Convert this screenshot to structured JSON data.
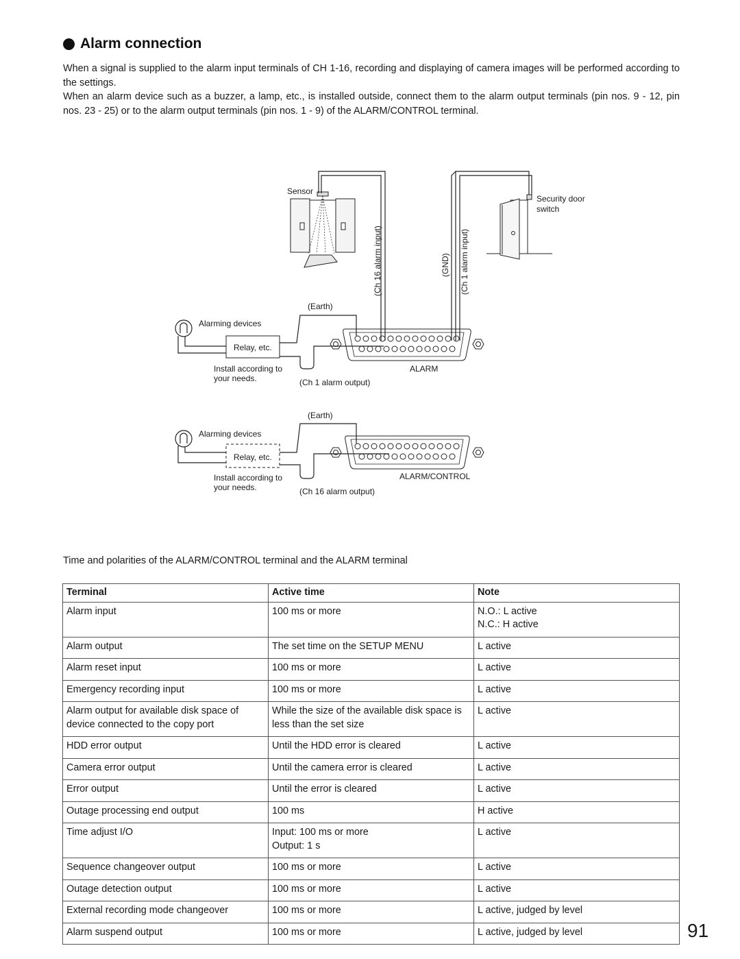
{
  "section": {
    "title": "Alarm connection",
    "paragraphs": [
      "When a signal is supplied to the alarm input terminals of CH 1-16, recording and displaying of camera images will be performed according to the settings.",
      "When an alarm device such as a buzzer, a lamp, etc., is installed outside, connect them to the alarm output terminals (pin nos. 9 - 12, pin nos. 23 - 25) or to the alarm output terminals (pin nos. 1 - 9) of the ALARM/CONTROL terminal."
    ]
  },
  "diagram": {
    "sensor": "Sensor",
    "security_door_line1": "Security door",
    "security_door_line2": "switch",
    "ch16_alarm_input": "(Ch 16 alarm input)",
    "gnd": "(GND)",
    "ch1_alarm_input": "(Ch 1 alarm input)",
    "upper": {
      "earth": "(Earth)",
      "alarming_devices": "Alarming devices",
      "relay": "Relay, etc.",
      "install_line1": "Install according to",
      "install_line2": "your needs.",
      "output_label": "(Ch 1 alarm output)",
      "terminal_label": "ALARM"
    },
    "lower": {
      "earth": "(Earth)",
      "alarming_devices": "Alarming devices",
      "relay": "Relay, etc.",
      "install_line1": "Install according to",
      "install_line2": "your needs.",
      "output_label": "(Ch 16 alarm output)",
      "terminal_label": "ALARM/CONTROL"
    }
  },
  "table": {
    "caption": "Time and polarities of the ALARM/CONTROL terminal and the ALARM terminal",
    "headers": [
      "Terminal",
      "Active time",
      "Note"
    ],
    "rows": [
      [
        "Alarm input",
        "100 ms or more",
        "N.O.: L active\nN.C.: H active"
      ],
      [
        "Alarm output",
        "The set time on the SETUP MENU",
        "L active"
      ],
      [
        "Alarm reset input",
        "100 ms or more",
        "L active"
      ],
      [
        "Emergency recording input",
        "100 ms or more",
        "L active"
      ],
      [
        "Alarm output for available disk space of device connected to the copy port",
        "While the size of the available disk space is less than the set size",
        "L active"
      ],
      [
        "HDD error output",
        "Until the HDD error is cleared",
        "L active"
      ],
      [
        "Camera error output",
        "Until the camera error is cleared",
        "L active"
      ],
      [
        "Error output",
        "Until the error is cleared",
        "L active"
      ],
      [
        "Outage processing end output",
        "100 ms",
        "H active"
      ],
      [
        "Time adjust I/O",
        "Input: 100 ms or more\nOutput: 1 s",
        "L active"
      ],
      [
        "Sequence changeover output",
        "100 ms or more",
        "L active"
      ],
      [
        "Outage detection output",
        "100 ms or more",
        "L active"
      ],
      [
        "External recording mode changeover",
        "100 ms or more",
        "L active, judged by level"
      ],
      [
        "Alarm suspend output",
        "100 ms or more",
        "L active, judged by level"
      ]
    ]
  },
  "page_number": "91"
}
